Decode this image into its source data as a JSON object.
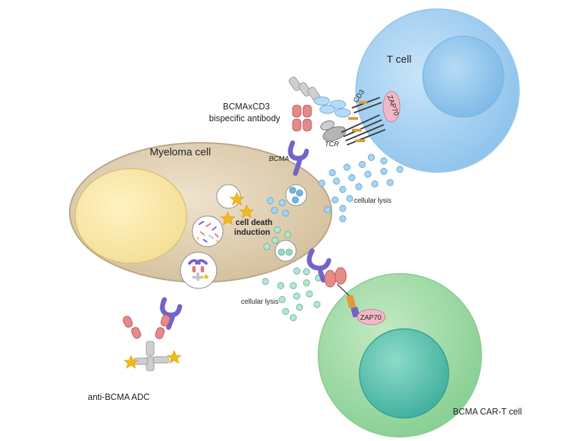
{
  "labels": {
    "t_cell": "T cell",
    "bispecific_line1": "BCMAxCD3",
    "bispecific_line2": "bispecific antibody",
    "cd3": "CD3",
    "zap70_top": "ZAP70",
    "tcr": "TCR",
    "bcma": "BCMA",
    "myeloma_cell": "Myeloma cell",
    "cell_death_line1": "cell death",
    "cell_death_line2": "induction",
    "cellular_lysis_right": "cellular lysis",
    "cellular_lysis_left": "cellular lysis",
    "zap70_bottom": "ZAP70",
    "anti_bcma_adc": "anti-BCMA ADC",
    "car_t_cell": "BCMA CAR-T cell"
  },
  "colors": {
    "t_cell": "#a9d3f3",
    "t_cell_nucleus": "#8cc4ec",
    "car_t_cell": "#9ad6a3",
    "car_t_nucleus": "#4fbfae",
    "myeloma": "#dccbac",
    "myeloma_nucleus": "#f7e6a4",
    "bcma_receptor": "#7464c8",
    "antibody_red": "#e07e7e",
    "antibody_grey": "#c6c6c6",
    "cd3_orange": "#e29a3c",
    "zap70_pink": "#f1b9c8",
    "star": "#f4b81c",
    "granule_blue": "#8fc7ea",
    "granule_green": "#a7dcc7"
  }
}
